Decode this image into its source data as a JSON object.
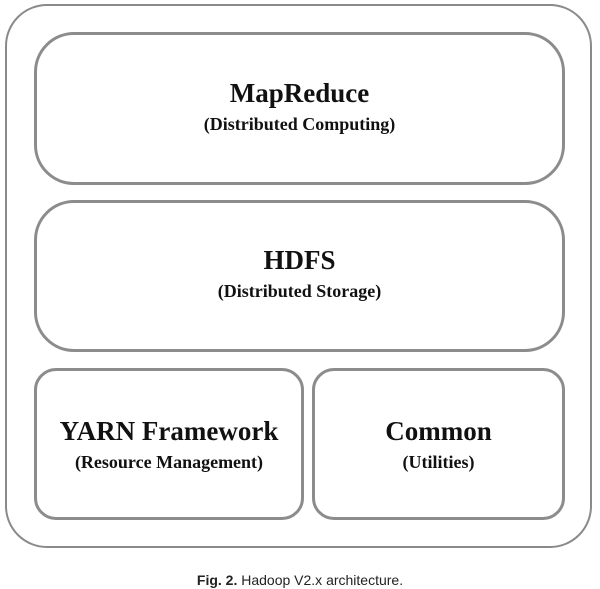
{
  "diagram": {
    "blocks": [
      {
        "title": "MapReduce",
        "subtitle": "(Distributed Computing)"
      },
      {
        "title": "HDFS",
        "subtitle": "(Distributed Storage)"
      },
      {
        "title": "YARN Framework",
        "subtitle": "(Resource Management)"
      },
      {
        "title": "Common",
        "subtitle": "(Utilities)"
      }
    ],
    "caption": {
      "label": "Fig. 2.",
      "text": "Hadoop V2.x architecture."
    }
  },
  "colors": {
    "border": "#8c8c8c",
    "text": "#111111"
  }
}
